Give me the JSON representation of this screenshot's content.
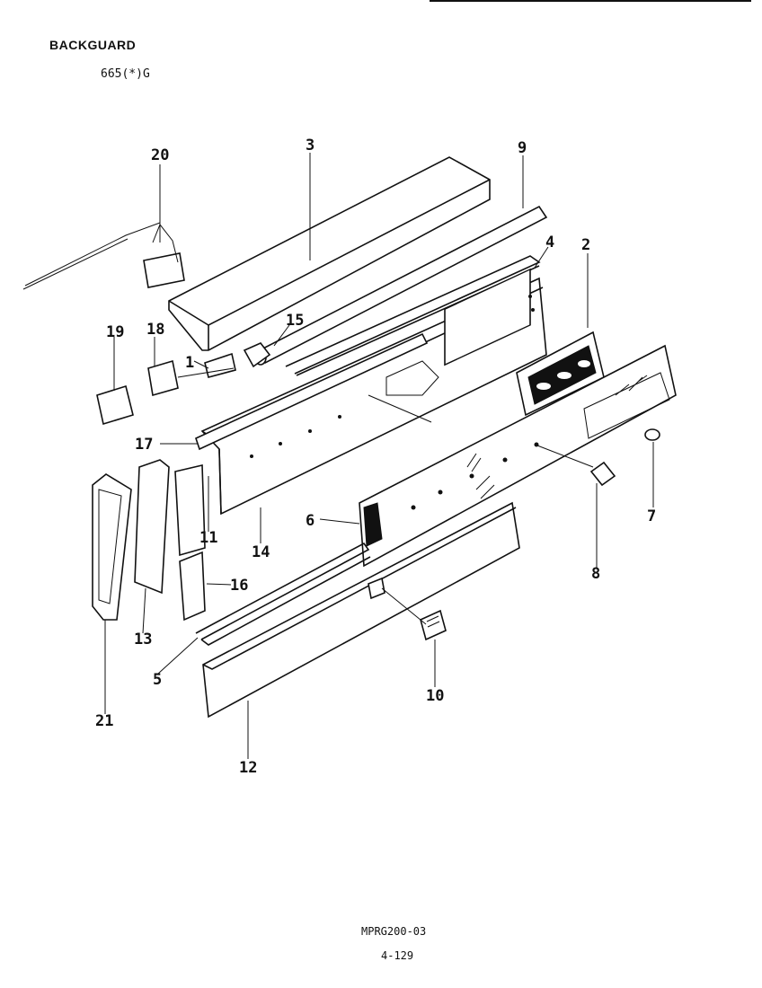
{
  "title": "BACKGUARD",
  "model": "665(*)G",
  "footer": {
    "doc_code": "MPRG200-03",
    "page": "4-129"
  },
  "callouts": [
    "1",
    "2",
    "3",
    "4",
    "5",
    "6",
    "7",
    "8",
    "9",
    "10",
    "11",
    "12",
    "13",
    "14",
    "15",
    "16",
    "17",
    "18",
    "19",
    "20",
    "21"
  ]
}
